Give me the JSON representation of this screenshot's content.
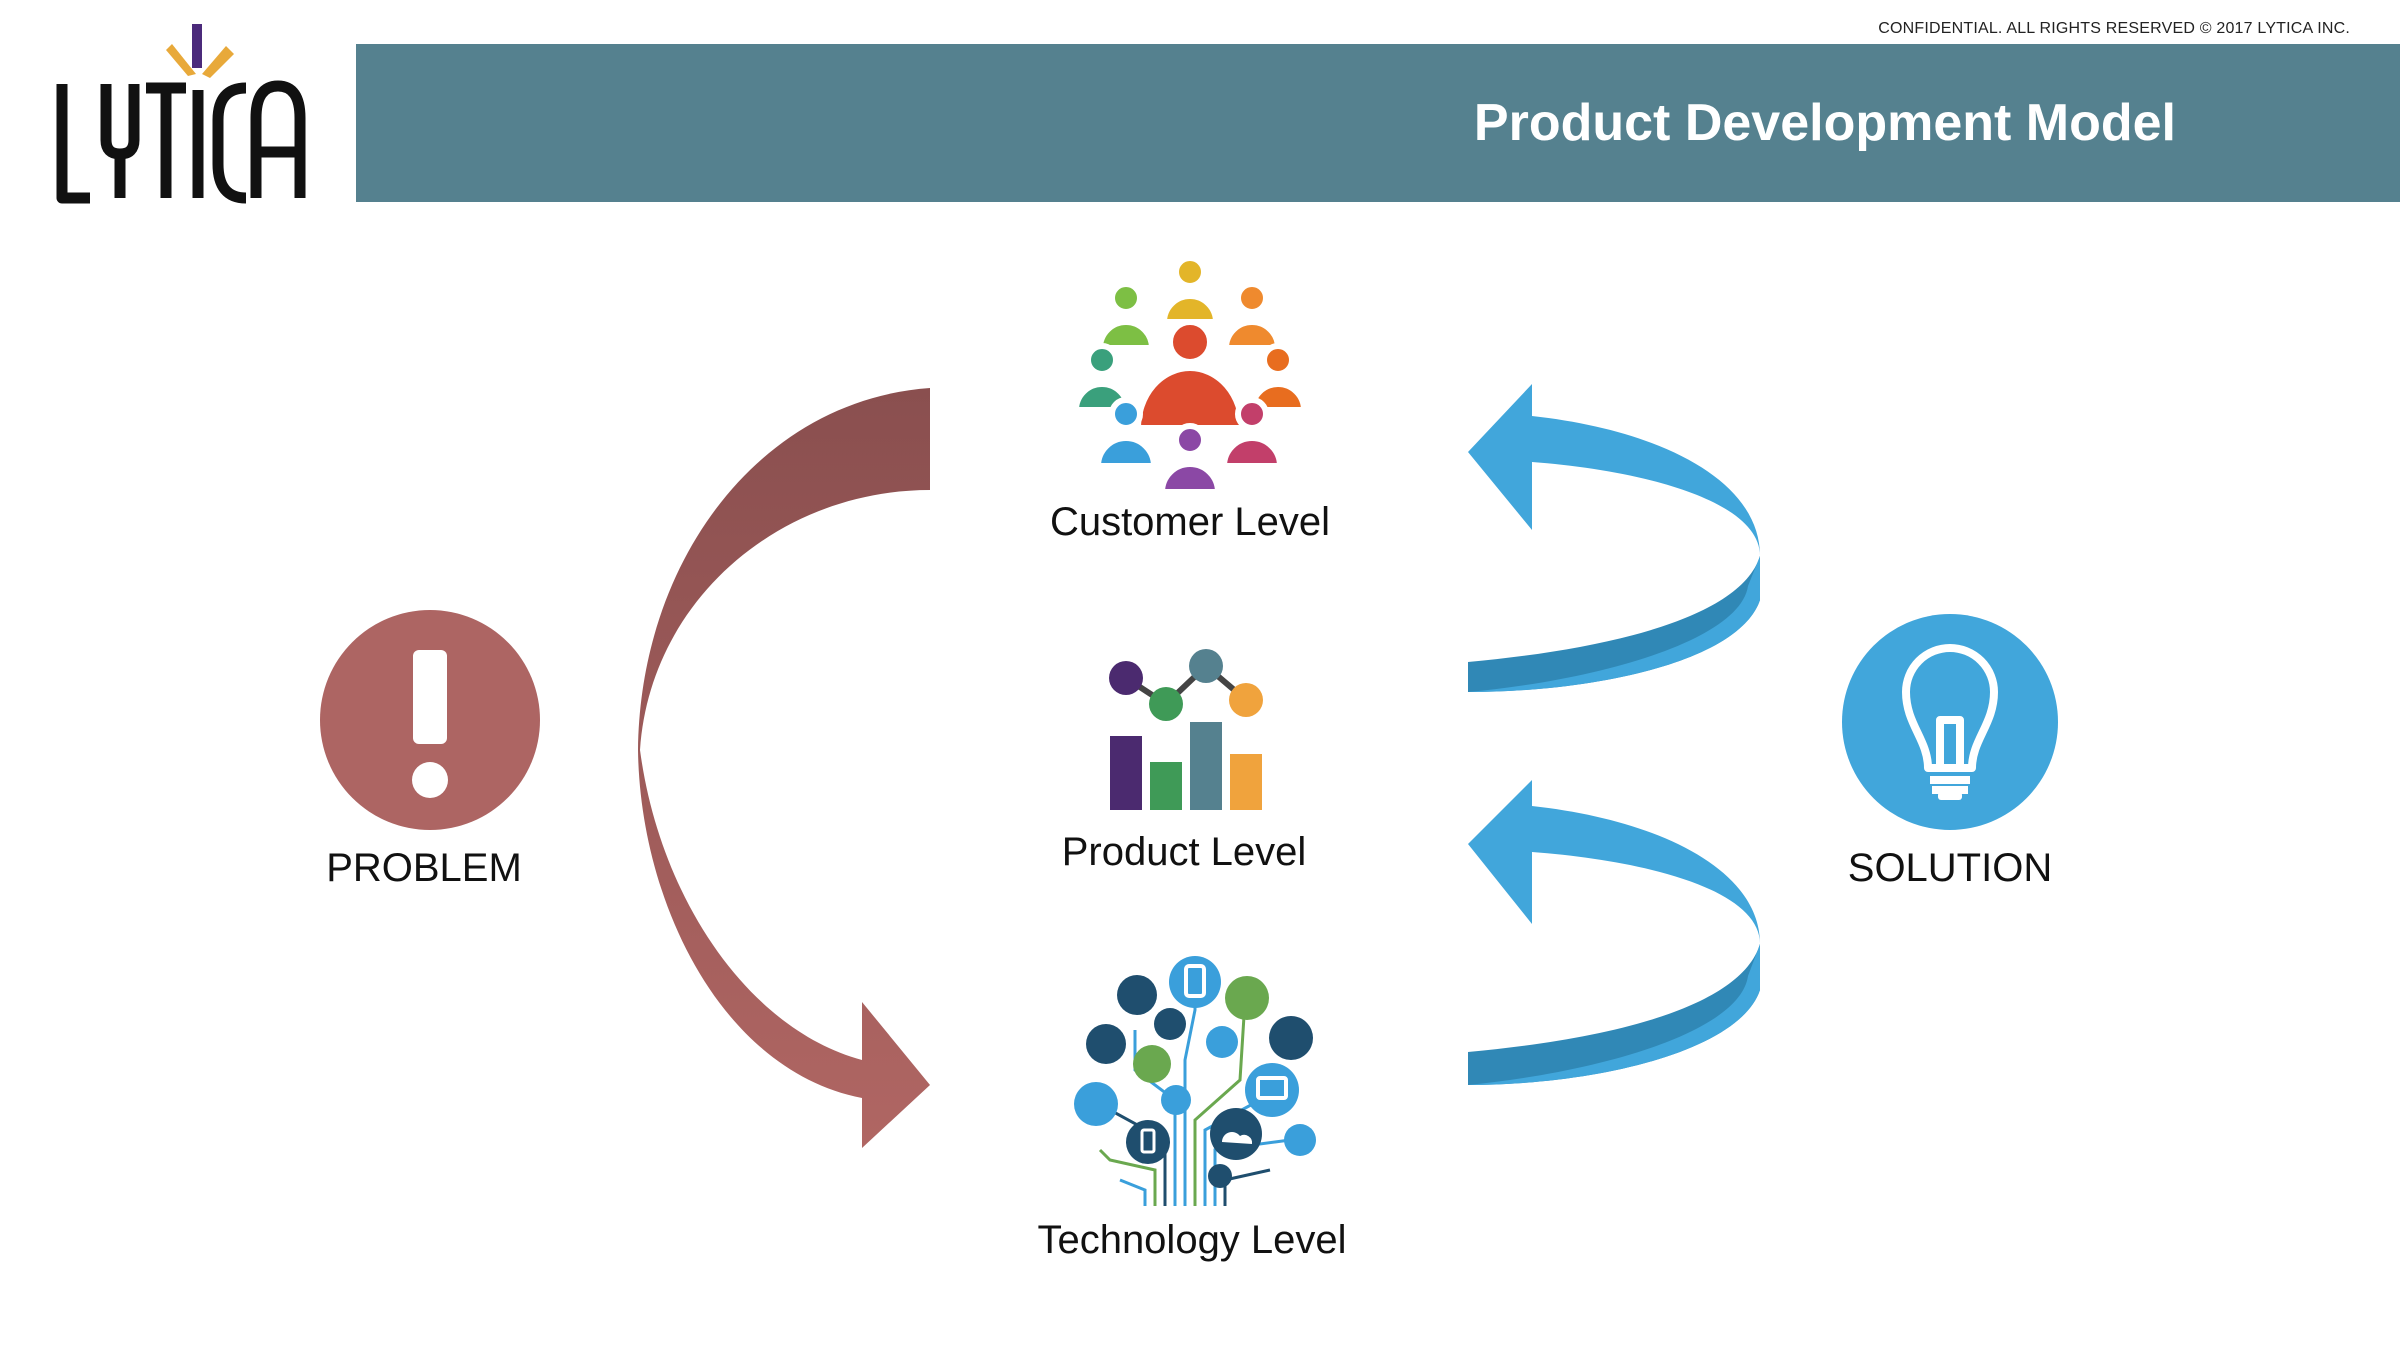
{
  "header": {
    "confidential": "CONFIDENTIAL. ALL RIGHTS RESERVED © 2017 LYTICA INC.",
    "title": "Product Development Model",
    "bar_color": "#55818f"
  },
  "logo": {
    "text": "LYTICA",
    "accent_colors": [
      "#4b2a7b",
      "#e8a93a"
    ]
  },
  "problem": {
    "label": "PROBLEM",
    "icon": "exclamation-icon",
    "color": "#ad6563"
  },
  "solution": {
    "label": "SOLUTION",
    "icon": "lightbulb-icon",
    "color": "#41a6db"
  },
  "levels": [
    {
      "label": "Customer Level",
      "icon": "people-network-icon"
    },
    {
      "label": "Product Level",
      "icon": "bar-chart-icon"
    },
    {
      "label": "Technology Level",
      "icon": "technology-tree-icon"
    }
  ],
  "arrows": {
    "problem_arrow_color_top": "#8a4f4f",
    "problem_arrow_color_bottom": "#b06663",
    "solution_arrow_color": "#41a6db",
    "solution_arrow_shade": "#3088b6"
  }
}
